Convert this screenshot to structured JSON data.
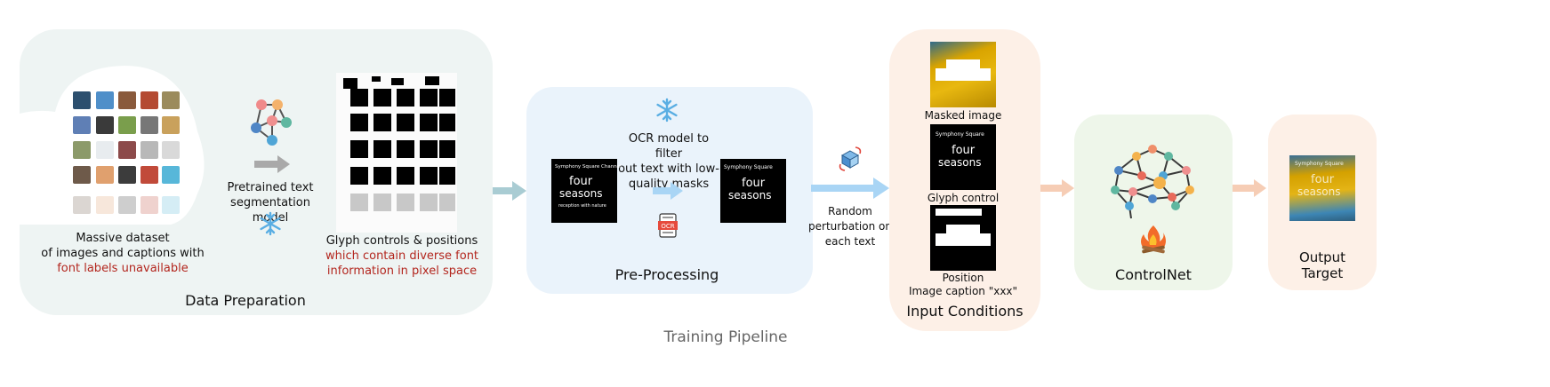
{
  "footer": {
    "title": "Training Pipeline"
  },
  "data_preparation": {
    "title": "Data Preparation",
    "dataset_line1": "Massive dataset",
    "dataset_line2": "of images and captions with",
    "dataset_line3": "font labels unavailable",
    "seg_model_line1": "Pretrained text",
    "seg_model_line2": "segmentation model",
    "glyph_line1": "Glyph controls & positions",
    "glyph_line2": "which contain diverse font",
    "glyph_line3": "information in pixel space"
  },
  "pre_processing": {
    "title": "Pre-Processing",
    "ocr_line1": "OCR model to filter",
    "ocr_line2": "out text with low-",
    "ocr_line3": "quality masks",
    "ocr_badge": "OCR",
    "sample_left": {
      "line1": "Symphony Square Channel",
      "line2": "four",
      "line3": "seasons",
      "line4": "reception with nature"
    },
    "sample_right": {
      "line1": "Symphony Square",
      "line2": "four",
      "line3": "seasons"
    }
  },
  "perturbation": {
    "line1": "Random",
    "line2": "perturbation on",
    "line3": "each text"
  },
  "input_conditions": {
    "title": "Input Conditions",
    "masked_label": "Masked image",
    "glyph_label": "Glyph control",
    "position_label": "Position",
    "caption_label": "Image caption \"xxx\"",
    "glyph_thumb": {
      "line1": "Symphony Square",
      "line2": "four",
      "line3": "seasons"
    }
  },
  "controlnet": {
    "title": "ControlNet"
  },
  "output": {
    "line1": "Output",
    "line2": "Target",
    "thumb": {
      "line1": "Symphony Square",
      "line2": "four",
      "line3": "seasons"
    }
  },
  "colors": {
    "data_prep_bg": "#eef4f3",
    "pre_proc_bg": "#eaf3fb",
    "input_bg": "#fdf0e7",
    "controlnet_bg": "#eef6ea",
    "output_bg": "#fdf0e7",
    "arrow_teal": "#a9ccd3",
    "arrow_blue": "#a9d5f5",
    "arrow_peach": "#f6cdb5",
    "snowflake": "#5aaee3",
    "red_text": "#b3261e"
  },
  "icons": [
    "snowflake-icon",
    "network-icon",
    "gray-arrow-icon",
    "ocr-document-icon",
    "rotate-cube-icon",
    "neural-net-icon",
    "fire-icon"
  ]
}
